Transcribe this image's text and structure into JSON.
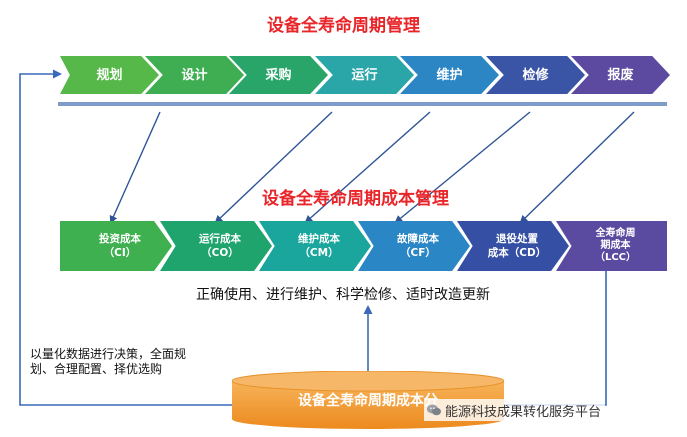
{
  "title_top": "设备全寿命周期管理",
  "title_mid": "设备全寿命周期成本管理",
  "stages": [
    {
      "label": "规划",
      "color": "#55b848"
    },
    {
      "label": "设计",
      "color": "#3fae52"
    },
    {
      "label": "采购",
      "color": "#2aa56a"
    },
    {
      "label": "运行",
      "color": "#2aa6a8"
    },
    {
      "label": "维护",
      "color": "#2c86c4"
    },
    {
      "label": "检修",
      "color": "#3a54a6"
    },
    {
      "label": "报废",
      "color": "#5b4aa0"
    }
  ],
  "costs": [
    {
      "line1": "投资成本",
      "line2": "（CI）",
      "color": "#3fb04f"
    },
    {
      "line1": "运行成本",
      "line2": "（CO）",
      "color": "#1ea46c"
    },
    {
      "line1": "维护成本",
      "line2": "（CM）",
      "color": "#1aa69c"
    },
    {
      "line1": "故障成本",
      "line2": "（CF）",
      "color": "#2b86c6"
    },
    {
      "line1": "退役处置",
      "line2": "成本（CD）",
      "color": "#344fa3"
    },
    {
      "line1": "全寿命周",
      "line2": "期成本",
      "line3": "（LCC）",
      "color": "#5a4aa0"
    }
  ],
  "caption": "正确使用、进行维护、科学检修、适时改造更新",
  "left_note": "以量化数据进行决策，全面规划、合理配置、择优选购",
  "cylinder_label": "设备全寿命周期成本分",
  "watermark": "能源科技成果转化服务平台",
  "colors": {
    "accent_red": "#e8262a",
    "cylinder": "#f29a2e",
    "arrow": "#2f5597"
  }
}
